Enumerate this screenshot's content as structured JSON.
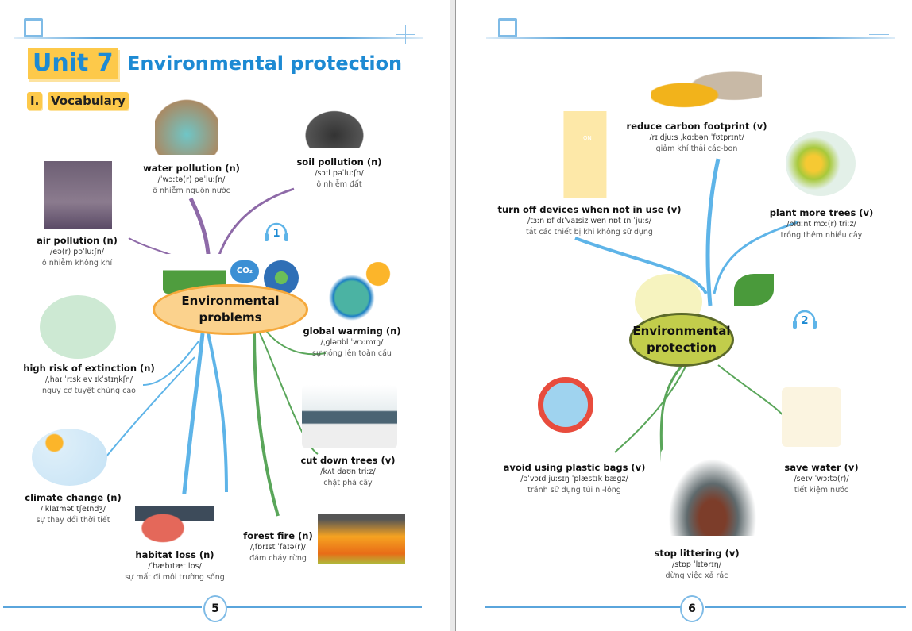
{
  "left_page": {
    "unit_label": "Unit 7",
    "unit_title": "Environmental protection",
    "section_number": "I.",
    "section_title": "Vocabulary",
    "hub": "Environmental problems",
    "audio_track": "1",
    "page_number": "5",
    "items": [
      {
        "word": "water pollution (n)",
        "phonetic": "/ˈwɔːtə(r) pəˈluːʃn/",
        "meaning": "ô nhiễm nguồn nước"
      },
      {
        "word": "soil pollution (n)",
        "phonetic": "/sɔɪl pəˈluːʃn/",
        "meaning": "ô nhiễm đất"
      },
      {
        "word": "air pollution (n)",
        "phonetic": "/eə(r) pəˈluːʃn/",
        "meaning": "ô nhiễm không khí"
      },
      {
        "word": "global warming (n)",
        "phonetic": "/ˌɡləʊbl ˈwɔːmɪŋ/",
        "meaning": "sự nóng lên toàn cầu"
      },
      {
        "word": "high risk of extinction (n)",
        "phonetic": "/ˌhaɪ ˈrɪsk əv ɪkˈstɪŋkʃn/",
        "meaning": "nguy cơ tuyệt chủng cao"
      },
      {
        "word": "climate change (n)",
        "phonetic": "/ˈklaɪmət tʃeɪndʒ/",
        "meaning": "sự thay đổi thời tiết"
      },
      {
        "word": "cut down trees (v)",
        "phonetic": "/kʌt daʊn triːz/",
        "meaning": "chặt phá cây"
      },
      {
        "word": "habitat loss (n)",
        "phonetic": "/ˈhæbɪtæt lɒs/",
        "meaning": "sự mất đi môi trường sống"
      },
      {
        "word": "forest fire (n)",
        "phonetic": "/ˌfɒrɪst ˈfaɪə(r)/",
        "meaning": "đám cháy rừng"
      }
    ]
  },
  "right_page": {
    "hub": "Environmental protection",
    "audio_track": "2",
    "page_number": "6",
    "items": [
      {
        "word": "reduce carbon footprint (v)",
        "phonetic": "/rɪˈdjuːs ˌkɑːbən ˈfʊtprɪnt/",
        "meaning": "giảm khí thải các-bon"
      },
      {
        "word": "turn off devices when not in use (v)",
        "phonetic": "/tɜːn ɒf dɪˈvaɪsiz wen nɒt ɪn ˈjuːs/",
        "meaning": "tắt các thiết bị khi không sử dụng"
      },
      {
        "word": "plant more trees (v)",
        "phonetic": "/plɑːnt mɔː(r) triːz/",
        "meaning": "trồng thêm nhiều cây"
      },
      {
        "word": "avoid using plastic bags (v)",
        "phonetic": "/əˈvɔɪd juːsɪŋ ˈplæstɪk bæɡz/",
        "meaning": "tránh sử dụng túi ni-lông"
      },
      {
        "word": "save water (v)",
        "phonetic": "/seɪv ˈwɔːtə(r)/",
        "meaning": "tiết kiệm nước"
      },
      {
        "word": "stop littering (v)",
        "phonetic": "/stɒp ˈlɪtərɪŋ/",
        "meaning": "dừng việc xả rác"
      }
    ],
    "onswitch_label": "ON"
  },
  "colors": {
    "accent": "#1d8ad3",
    "yellow": "#fdc94a",
    "line": "#5aa5dc",
    "purple": "#8e6aa8",
    "blue": "#5eb4e8",
    "green": "#5aa65a"
  }
}
